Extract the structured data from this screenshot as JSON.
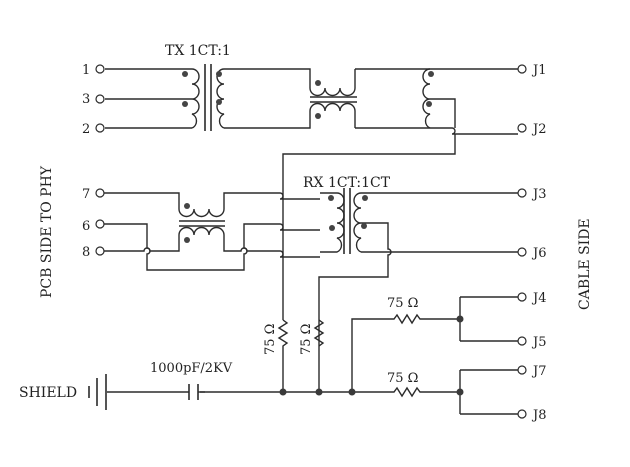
{
  "diagram": {
    "side_labels": {
      "pcb": "PCB SIDE TO PHY",
      "cable": "CABLE SIDE"
    },
    "transformers": {
      "tx": "TX 1CT:1",
      "rx": "RX 1CT:1CT"
    },
    "pcb_pins": [
      "1",
      "3",
      "2",
      "7",
      "6",
      "8"
    ],
    "cable_pins": [
      "J1",
      "J2",
      "J3",
      "J6",
      "J4",
      "J5",
      "J7",
      "J8"
    ],
    "resistors": [
      "75 Ω",
      "75 Ω",
      "75 Ω",
      "75 Ω"
    ],
    "capacitor": "1000pF/2KV",
    "shield": "SHIELD"
  }
}
